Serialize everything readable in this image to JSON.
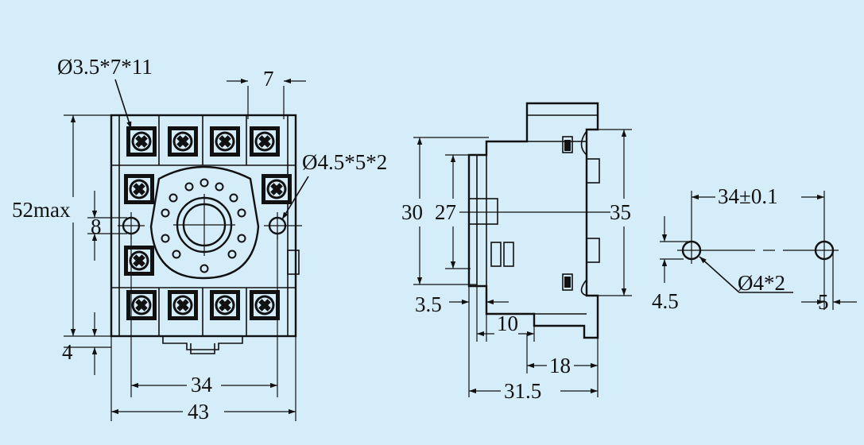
{
  "colors": {
    "background": "#d5ecf9",
    "ink": "#111111"
  },
  "front_view": {
    "hole_callout": "Ø3.5*7*11",
    "mount_hole_callout": "Ø4.5*5*2",
    "pitch": "7",
    "height_max": "52max",
    "center_hole_dim": "8",
    "bottom_offset": "4",
    "mount_spacing": "34",
    "overall_width": "43"
  },
  "side_view": {
    "height_30": "30",
    "height_27": "27",
    "height_35": "35",
    "offset_3_5": "3.5",
    "depth_10": "10",
    "depth_18": "18",
    "depth_31_5": "31.5"
  },
  "hole_pattern": {
    "spacing": "34±0.1",
    "hole_callout": "Ø4*2",
    "offset_4_5": "4.5",
    "offset_5": "5"
  }
}
